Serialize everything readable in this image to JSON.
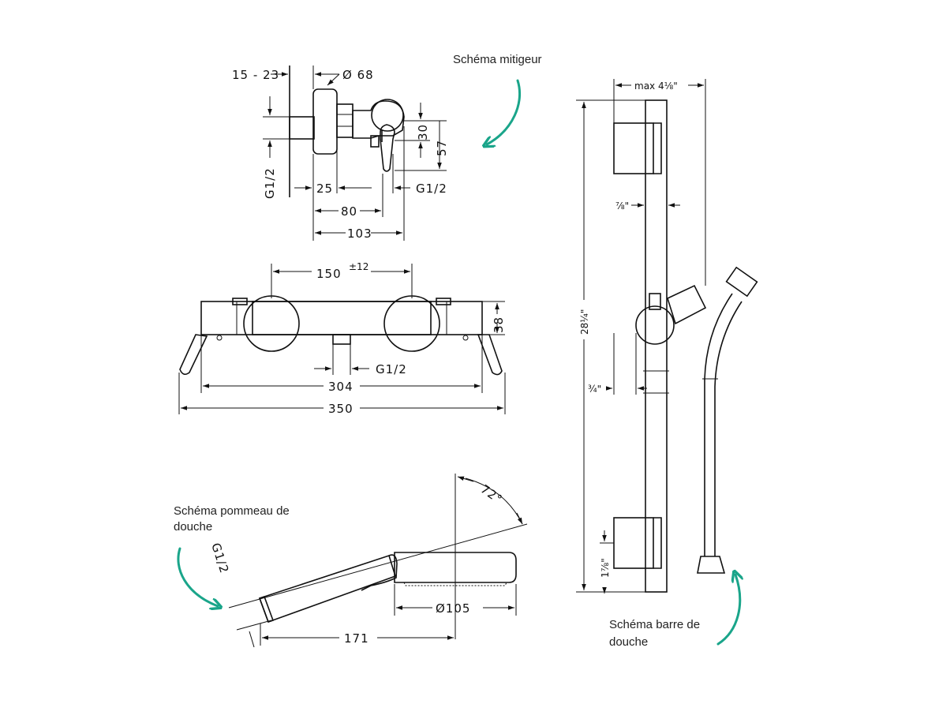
{
  "captions": {
    "mixer": "Schéma mitigeur",
    "hand_l1": "Schéma pommeau de",
    "hand_l2": "douche",
    "bar_l1": "Schéma barre de",
    "bar_l2": "douche"
  },
  "mixer_dims": {
    "d1": "15 - 23",
    "d2": "Ø 68",
    "d3": "30",
    "d4": "57",
    "d5": "G1/2",
    "d6": "25",
    "d7": "G1/2",
    "d8": "80",
    "d9": "103"
  },
  "thermo_dims": {
    "d1": "150",
    "d1_sup": "±12",
    "d2": "38",
    "d3": "G1/2",
    "d4": "304",
    "d5": "350"
  },
  "hand_dims": {
    "d1": "72°",
    "d2": "G1/2",
    "d3": "Ø105",
    "d4": "171"
  },
  "bar_dims": {
    "d1": "max 4⅛\"",
    "d2": "⅞\"",
    "d3": "28¼\"",
    "d4": "¾\"",
    "d5": "1⅞\""
  },
  "colors": {
    "accent": "#1aa58a",
    "line": "#111111"
  }
}
